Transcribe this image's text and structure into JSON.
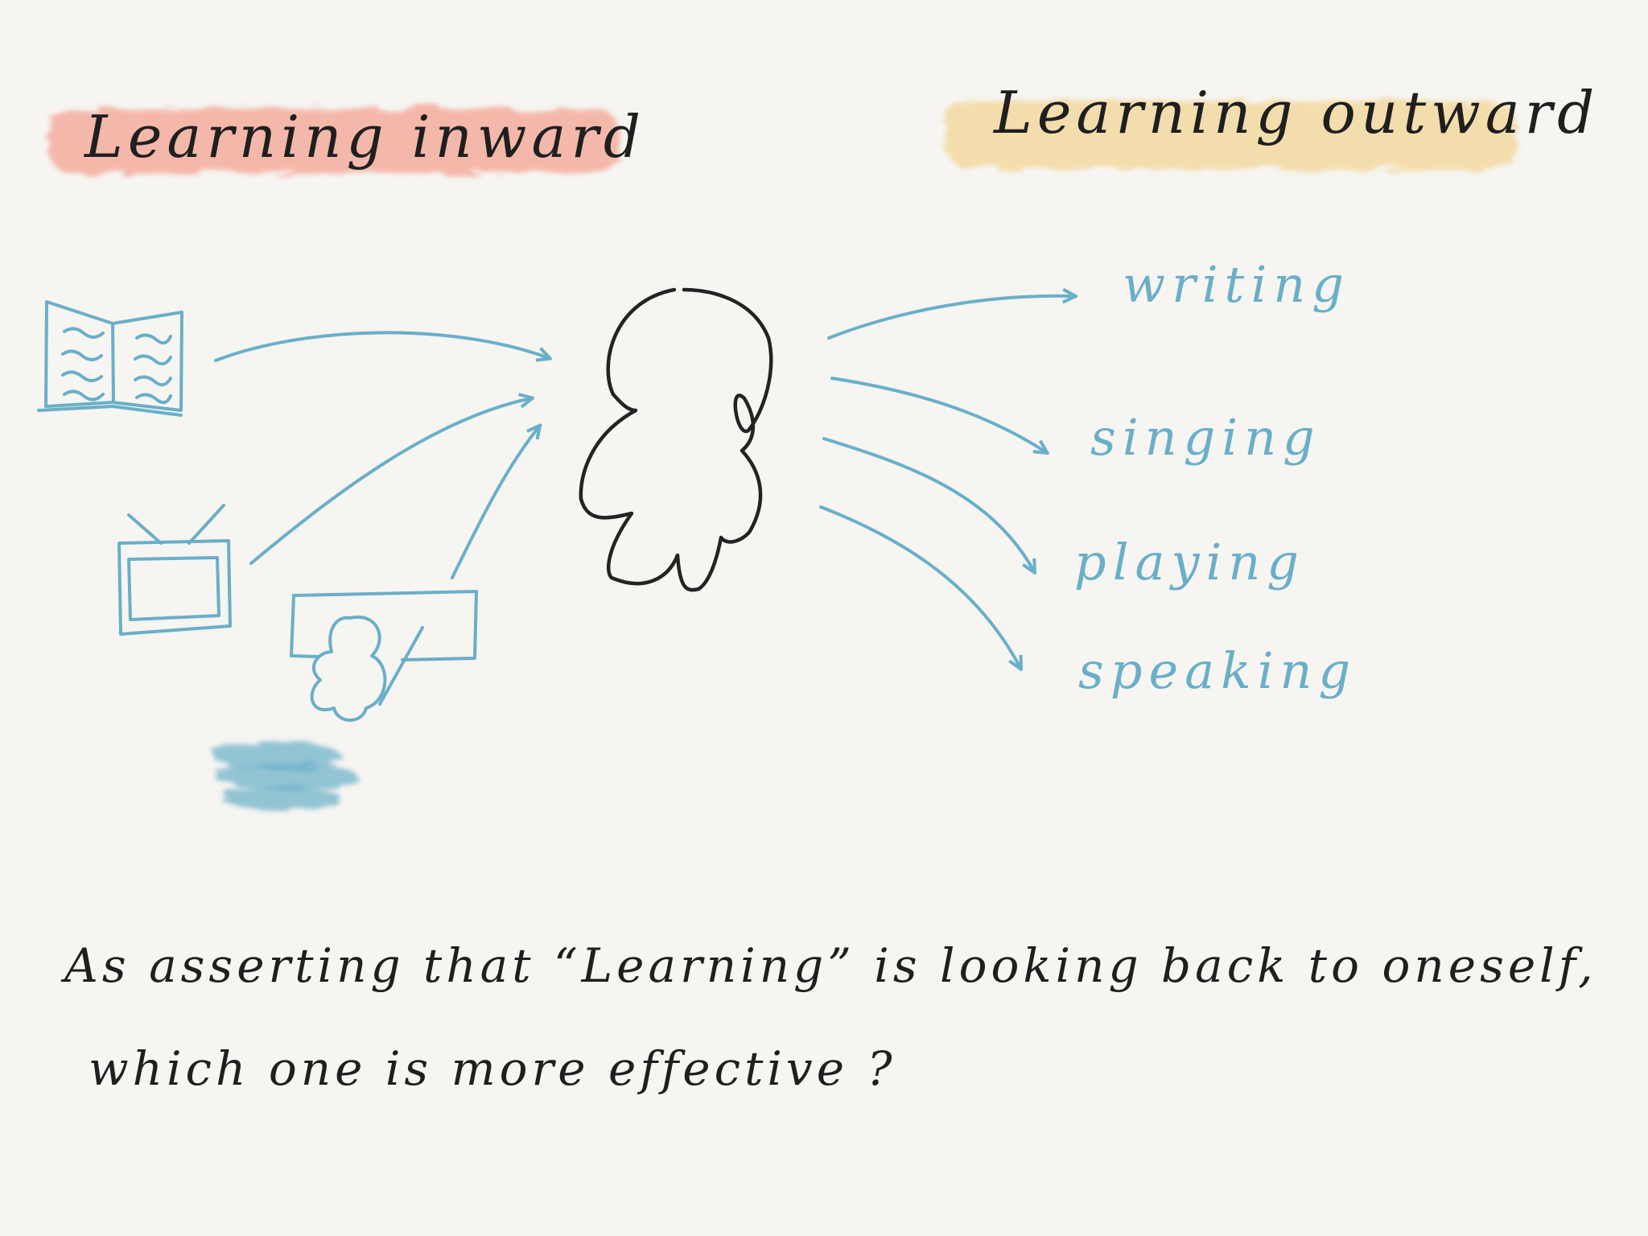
{
  "titles": {
    "left": "Learning inward",
    "right": "Learning outward"
  },
  "outputs": [
    "writing",
    "singing",
    "playing",
    "speaking"
  ],
  "question": {
    "line1": "As asserting that “Learning” is looking back to oneself,",
    "line2": "which one is more effective ?"
  },
  "colors": {
    "background": "#f6f5f2",
    "ink": "#232323",
    "blue": "#6aafc8",
    "left_highlight": "#f4a493",
    "right_highlight": "#f3d9a0"
  },
  "icons": [
    "book-icon",
    "tv-icon",
    "classroom-teacher-icon",
    "blob-person-icon"
  ]
}
